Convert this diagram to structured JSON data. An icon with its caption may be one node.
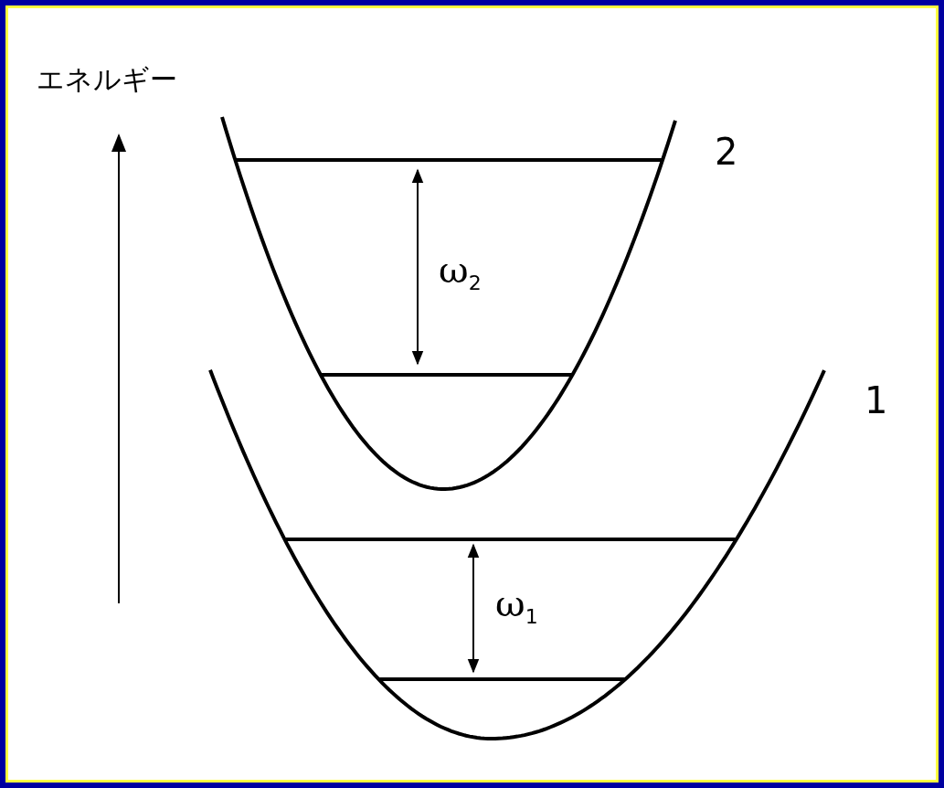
{
  "diagram": {
    "labels": [
      "エネルギー",
      "2",
      "ω$_{2}$",
      "1",
      "ω$_{1}$"
    ]
  }
}
